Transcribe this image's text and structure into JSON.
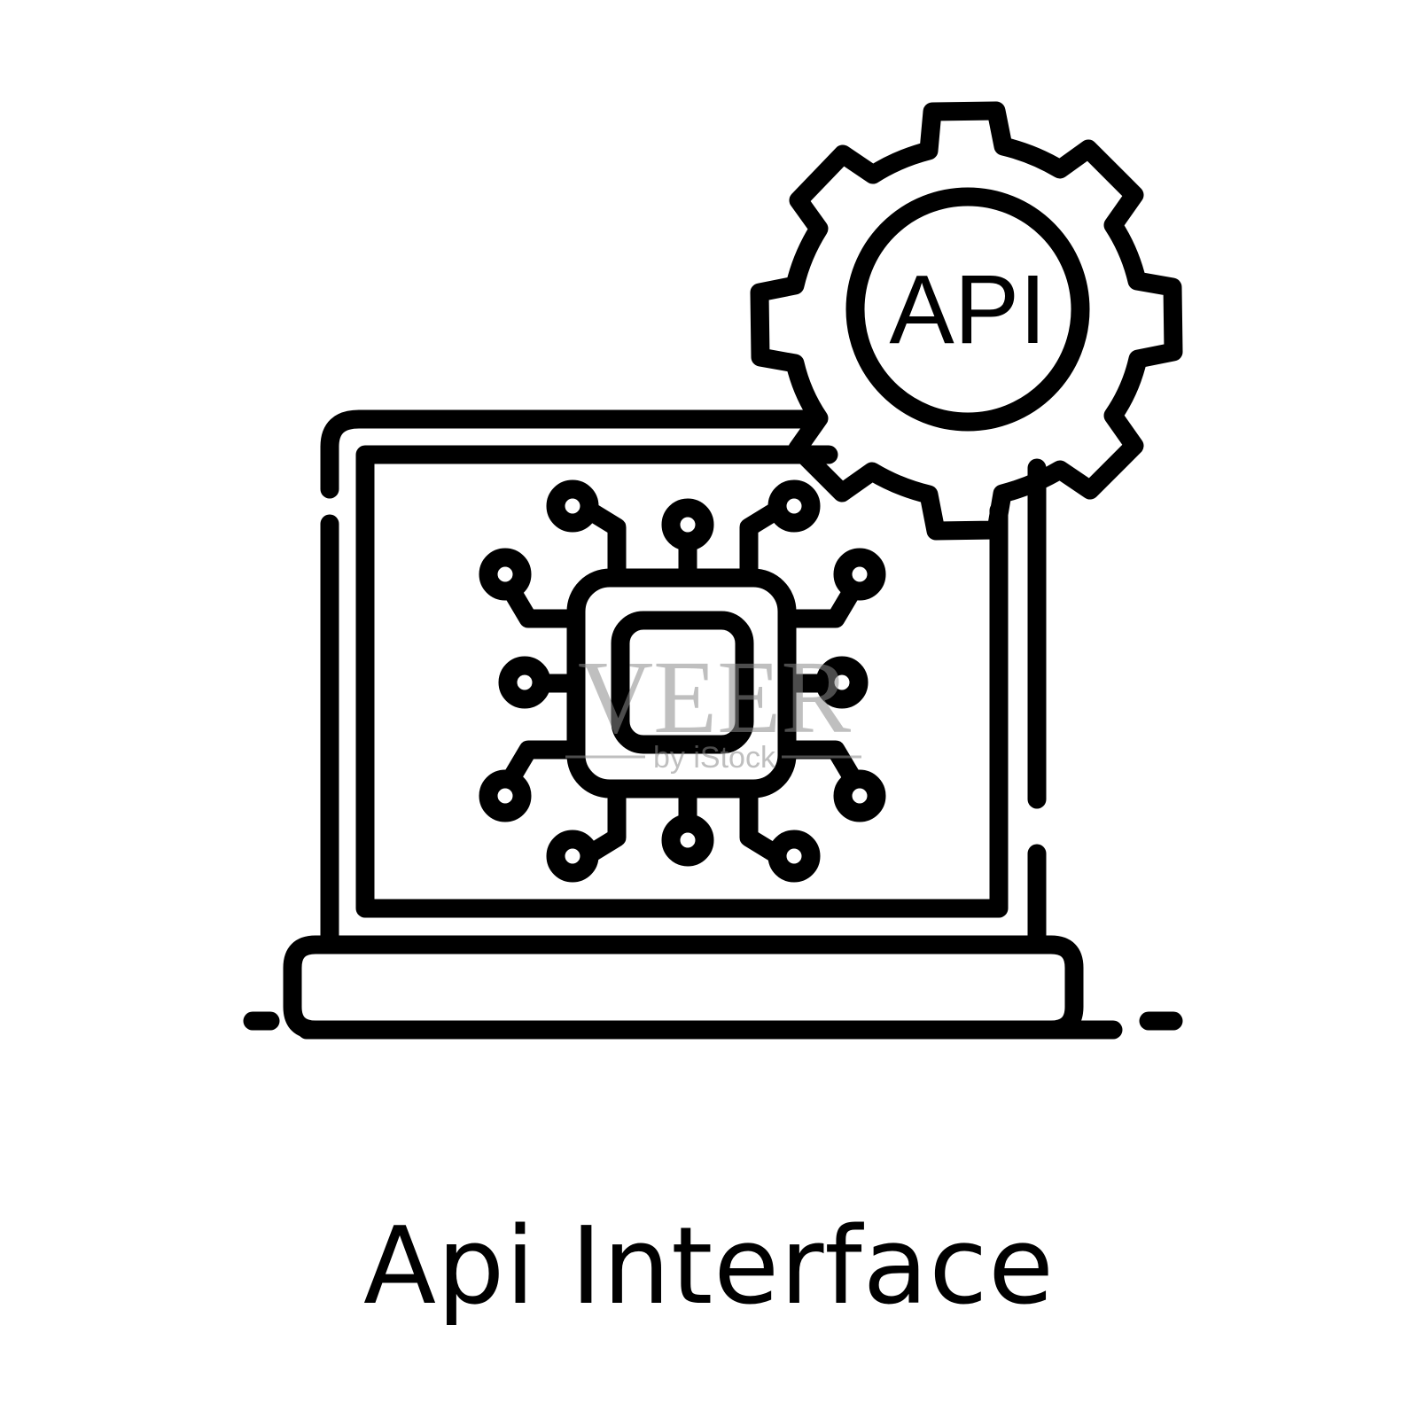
{
  "caption": "Api Interface",
  "gear_label": "API",
  "watermark": {
    "main": "VEER",
    "sub": "by iStock"
  },
  "colors": {
    "stroke": "#000000",
    "background": "#ffffff",
    "watermark": "#8a8a8a"
  },
  "icons": [
    "laptop-icon",
    "gear-icon",
    "circuit-chip-icon"
  ]
}
